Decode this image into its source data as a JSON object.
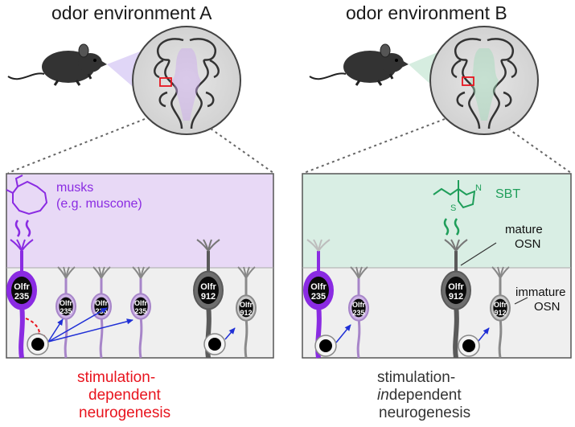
{
  "panel_a": {
    "title": "odor environment A",
    "odor_name": "musks",
    "odor_example": "(e.g. muscone)",
    "receptor_expressing": [
      "Olfr",
      "235"
    ],
    "receptor_other": [
      "Olfr",
      "912"
    ],
    "caption_line1": "stimulation-",
    "caption_line2": "dependent",
    "caption_line3": "neurogenesis",
    "caption_color": "#e8141e",
    "tint_color": "#e8d9f6"
  },
  "panel_b": {
    "title": "odor environment B",
    "odor_name": "SBT",
    "structure_atom_n": "N",
    "structure_atom_s": "S",
    "label_mature_1": "mature",
    "label_mature_2": "OSN",
    "label_immature_1": "immature",
    "label_immature_2": "OSN",
    "receptor_other": [
      "Olfr",
      "235"
    ],
    "receptor_expressing": [
      "Olfr",
      "912"
    ],
    "caption_line1": "stimulation-",
    "caption_line2_italic": "in",
    "caption_line2_rest": "dependent",
    "caption_line3": "neurogenesis",
    "caption_color": "#333333",
    "tint_color": "#d9eee4"
  },
  "colors": {
    "purple": "#8a2be2",
    "purple_light": "#cdb3e6",
    "green": "#1f9e5a",
    "gray_soma": "#6e6e6e",
    "blue_arrow": "#1f2fd6",
    "red_arrow": "#e8141e"
  }
}
